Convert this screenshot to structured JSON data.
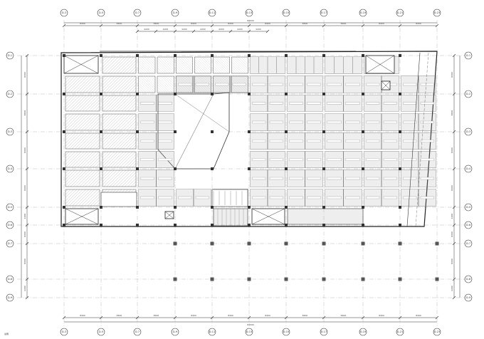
{
  "drawing": {
    "type": "structural floor framing plan",
    "top_axes": [
      "D-3",
      "D-5",
      "D-7",
      "D-9",
      "D-11",
      "D-13",
      "D-15",
      "D-17",
      "D-19",
      "D-21",
      "D-23"
    ],
    "bottom_axes": [
      "D-3",
      "D-5",
      "D-7",
      "D-9",
      "D-11",
      "D-13",
      "D-15",
      "D-17",
      "D-19",
      "D-21",
      "D-23"
    ],
    "left_axes": [
      "D-1",
      "D-2",
      "D-3",
      "D-4",
      "D-5",
      "D-6",
      "D-7",
      "D-8",
      "D-9"
    ],
    "right_axes": [
      "D-1",
      "D-2",
      "D-3",
      "D-4",
      "D-5",
      "D-6",
      "D-7",
      "D-8",
      "D-9"
    ],
    "top_dims": [
      "8400",
      "8400",
      "8400",
      "8400",
      "8400",
      "8400",
      "8400",
      "8400",
      "8400",
      "8400"
    ],
    "top_sub_dims": [
      "4200",
      "4200",
      "4200",
      "4200",
      "4200",
      "4200",
      "4200"
    ],
    "bottom_dims": [
      "8400",
      "8400",
      "8400",
      "8400",
      "8400",
      "8400",
      "8400",
      "8400",
      "8400",
      "8400"
    ],
    "total_dim": "84000",
    "left_dims": [
      "8400",
      "8400",
      "8400",
      "8400",
      "4200",
      "8400",
      "8400",
      "4200"
    ],
    "right_dims": [
      "8400",
      "8400",
      "8400",
      "8400",
      "4200",
      "8400",
      "8400",
      "4200"
    ],
    "legend_text": "说明",
    "colors": {
      "ink": "#222222",
      "light_ink": "#666666",
      "grid": "#999999",
      "hatch": "#aaaaaa"
    }
  }
}
